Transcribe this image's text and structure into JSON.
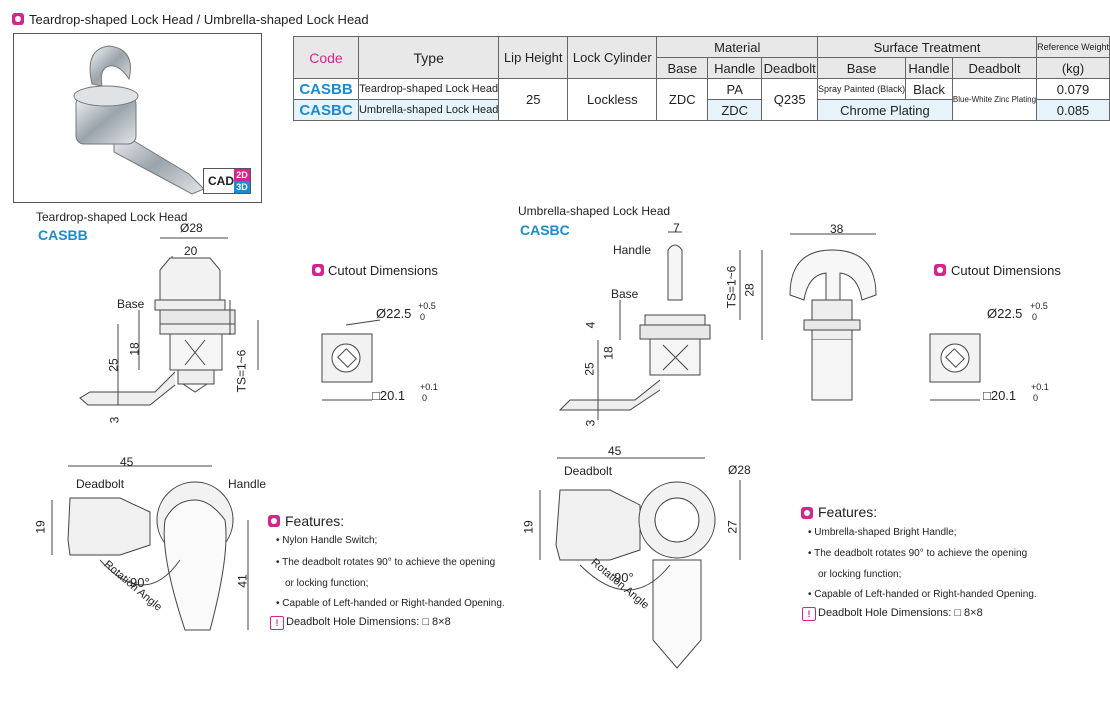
{
  "header": {
    "title": "Teardrop-shaped Lock Head / Umbrella-shaped Lock Head"
  },
  "cad": {
    "label": "CAD",
    "two_d": "2D",
    "three_d": "3D"
  },
  "table": {
    "headers": {
      "code": "Code",
      "type": "Type",
      "lip_height": "Lip Height",
      "lock_cylinder": "Lock Cylinder",
      "material": "Material",
      "surface": "Surface Treatment",
      "weight_line1": "Reference Weight",
      "weight_line2": "(kg)",
      "base": "Base",
      "handle": "Handle",
      "deadbolt": "Deadbolt",
      "s_base": "Base",
      "s_handle": "Handle",
      "s_deadbolt": "Deadbolt"
    },
    "rows": [
      {
        "code": "CASBB",
        "type": "Teardrop-shaped Lock Head",
        "handle": "PA",
        "surface_base": "Spray Painted (Black)",
        "surface_handle": "Black",
        "weight": "0.079"
      },
      {
        "code": "CASBC",
        "type": "Umbrella-shaped Lock Head",
        "handle": "ZDC",
        "surface_merged": "Chrome Plating",
        "weight": "0.085"
      }
    ],
    "shared": {
      "lip_height": "25",
      "lock_cylinder": "Lockless",
      "base": "ZDC",
      "deadbolt": "Q235",
      "surface_deadbolt": "Blue-White Zinc Plating"
    }
  },
  "left": {
    "title": "Teardrop-shaped Lock Head",
    "code": "CASBB",
    "dims": {
      "d28": "Ø28",
      "d20": "20",
      "base": "Base",
      "d18": "18",
      "d25": "25",
      "ts": "TS=1~6",
      "d3": "3",
      "d45": "45",
      "deadbolt": "Deadbolt",
      "handle": "Handle",
      "d19": "19",
      "d41": "41",
      "angle": "90°",
      "rotation": "Rotation Angle"
    },
    "cutout": {
      "title": "Cutout Dimensions",
      "dia": "Ø22.5",
      "dia_tol_up": "+0.5",
      "dia_tol_lo": "0",
      "sq": "□20.1",
      "sq_tol_up": "+0.1",
      "sq_tol_lo": "0"
    },
    "features": {
      "title": "Features:",
      "items": [
        "Nylon Handle Switch;",
        "The deadbolt rotates 90° to achieve the opening",
        "or locking function;",
        "Capable of Left-handed or Right-handed Opening."
      ],
      "note": "Deadbolt Hole Dimensions: □ 8×8"
    }
  },
  "right": {
    "title": "Umbrella-shaped Lock Head",
    "code": "CASBC",
    "dims": {
      "d7": "7",
      "handle": "Handle",
      "base": "Base",
      "ts": "TS=1~6",
      "d28": "28",
      "d4": "4",
      "d18": "18",
      "d25": "25",
      "d3": "3",
      "d38": "38",
      "d45": "45",
      "deadbolt": "Deadbolt",
      "dia28": "Ø28",
      "d19": "19",
      "d27": "27",
      "angle": "90°",
      "rotation": "Rotation Angle"
    },
    "cutout": {
      "title": "Cutout Dimensions",
      "dia": "Ø22.5",
      "dia_tol_up": "+0.5",
      "dia_tol_lo": "0",
      "sq": "□20.1",
      "sq_tol_up": "+0.1",
      "sq_tol_lo": "0"
    },
    "features": {
      "title": "Features:",
      "items": [
        "Umbrella-shaped Bright Handle;",
        "The deadbolt rotates 90° to achieve the opening",
        "or locking function;",
        "Capable of Left-handed or Right-handed Opening."
      ],
      "note": "Deadbolt Hole Dimensions: □ 8×8"
    }
  }
}
